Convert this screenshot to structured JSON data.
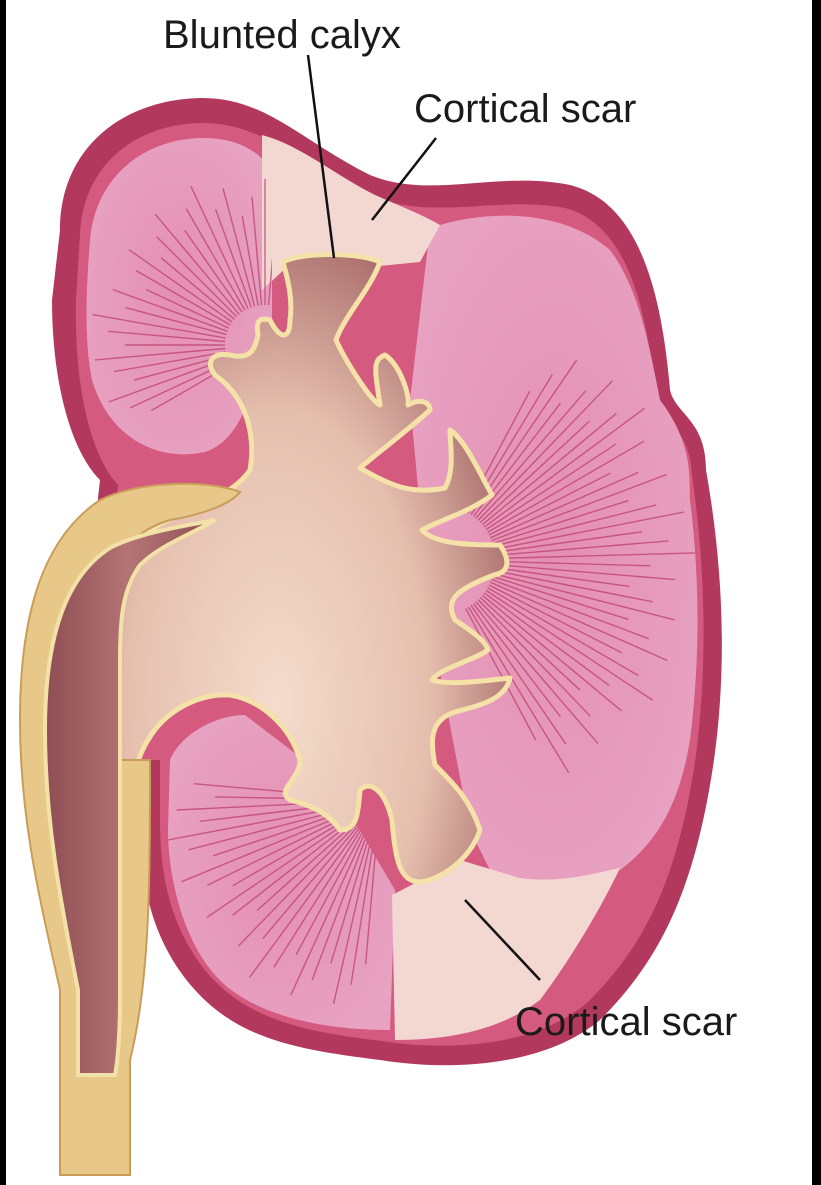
{
  "labels": {
    "blunted_calyx": "Blunted calyx",
    "cortical_scar_top": "Cortical scar",
    "cortical_scar_bottom": "Cortical scar"
  },
  "colors": {
    "capsule": "#b2395d",
    "capsule_light": "#d65a7c",
    "cortex": "#e18aae",
    "cortex_light": "#ecaac6",
    "striation": "#bd3f6c",
    "scar": "#f3d8d2",
    "pelvis_center": "#f2d6c6",
    "pelvis_edge": "#9c5b5c",
    "ureter_wall": "#e9c987",
    "ureter_outline": "#c99c5a",
    "frame": "#000000"
  }
}
